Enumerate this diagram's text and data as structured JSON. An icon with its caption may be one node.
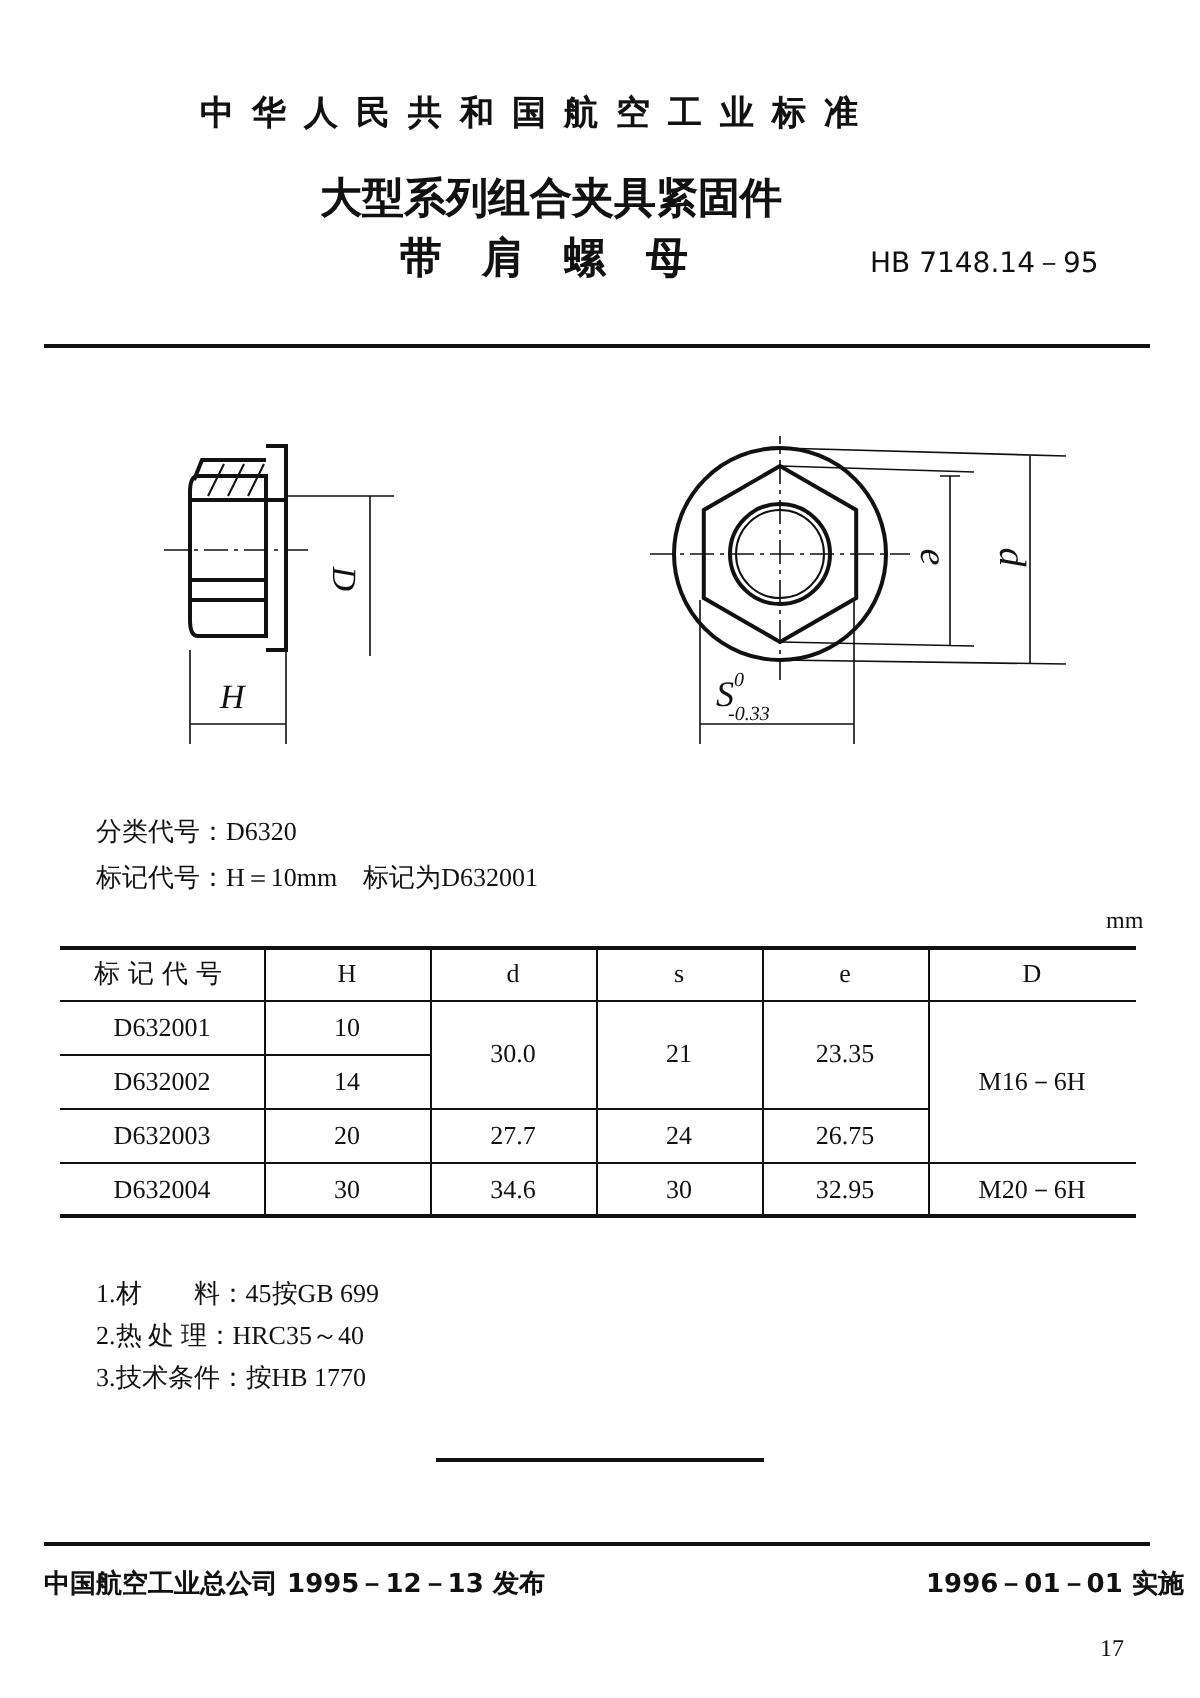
{
  "diagram": {
    "labels": [
      "中华人民共和国航空工业标准",
      "大型系列组合夹具紧固件",
      "带肩螺母",
      "HB 7148.14－95",
      "H",
      "D",
      "e",
      "d",
      "S$^{0}$$_{-0.33}$",
      "分类代号：D6320",
      "标记代号：H＝10mm　标记为D632001",
      "mm",
      "标记代号",
      "H",
      "d",
      "s",
      "e",
      "D",
      "D632001",
      "10",
      "30.0",
      "21",
      "23.35",
      "D632002",
      "14",
      "M16－6H",
      "D632003",
      "20",
      "27.7",
      "24",
      "26.75",
      "D632004",
      "30",
      "34.6",
      "30",
      "32.95",
      "M20－6H",
      "1.材　　料：45按GB 699",
      "2.热 处 理：HRC35～40",
      "3.技术条件：按HB 1770",
      "中国航空工业总公司 1995－12－13 发布",
      "1996－01－01 实施",
      "17"
    ]
  }
}
